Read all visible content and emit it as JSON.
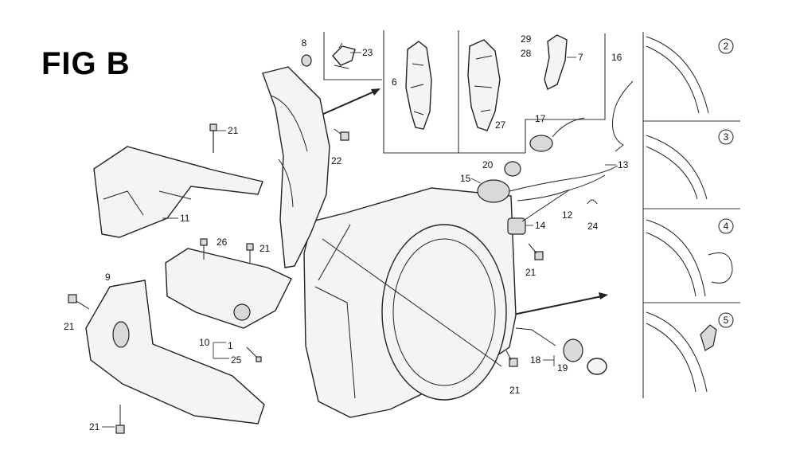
{
  "figure": {
    "title": "FIG B"
  },
  "callouts": {
    "c1": "1",
    "c6": "6",
    "c7": "7",
    "c8": "8",
    "c9": "9",
    "c10": "10",
    "c11": "11",
    "c12": "12",
    "c13": "13",
    "c14": "14",
    "c15": "15",
    "c16": "16",
    "c17": "17",
    "c18": "18",
    "c19": "19",
    "c20": "20",
    "c21a": "21",
    "c21b": "21",
    "c21c": "21",
    "c21d": "21",
    "c21e": "21",
    "c21f": "21",
    "c22": "22",
    "c23": "23",
    "c24": "24",
    "c25": "25",
    "c26": "26",
    "c27": "27",
    "c28": "28",
    "c29": "29"
  },
  "detail_views": {
    "v2": "2",
    "v3": "3",
    "v4": "4",
    "v5": "5"
  }
}
